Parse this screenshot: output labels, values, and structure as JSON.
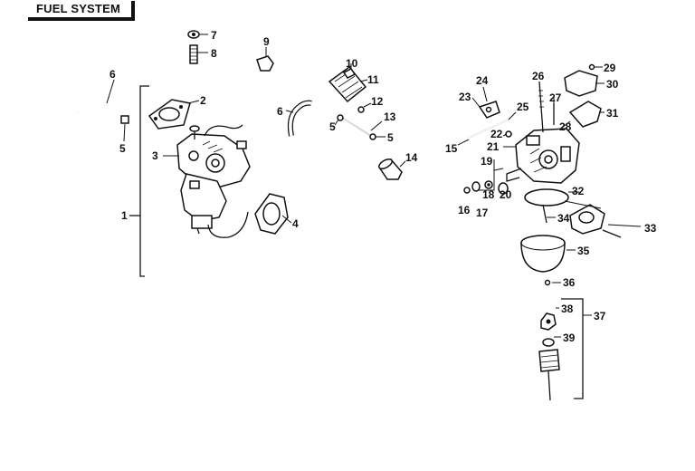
{
  "title": "FUEL SYSTEM",
  "callouts": [
    {
      "id": "1",
      "text": "1"
    },
    {
      "id": "2",
      "text": "2"
    },
    {
      "id": "3",
      "text": "3"
    },
    {
      "id": "4",
      "text": "4"
    },
    {
      "id": "5a",
      "text": "5"
    },
    {
      "id": "6a",
      "text": "6"
    },
    {
      "id": "7",
      "text": "7"
    },
    {
      "id": "8",
      "text": "8"
    },
    {
      "id": "9",
      "text": "9"
    },
    {
      "id": "6b",
      "text": "6"
    },
    {
      "id": "10",
      "text": "10"
    },
    {
      "id": "11",
      "text": "11"
    },
    {
      "id": "12",
      "text": "12"
    },
    {
      "id": "5b",
      "text": "5"
    },
    {
      "id": "13",
      "text": "13"
    },
    {
      "id": "5c",
      "text": "5"
    },
    {
      "id": "14",
      "text": "14"
    },
    {
      "id": "24",
      "text": "24"
    },
    {
      "id": "23",
      "text": "23"
    },
    {
      "id": "26",
      "text": "26"
    },
    {
      "id": "29",
      "text": "29"
    },
    {
      "id": "30",
      "text": "30"
    },
    {
      "id": "27",
      "text": "27"
    },
    {
      "id": "25",
      "text": "25"
    },
    {
      "id": "31",
      "text": "31"
    },
    {
      "id": "28",
      "text": "28"
    },
    {
      "id": "22",
      "text": "22"
    },
    {
      "id": "21",
      "text": "21"
    },
    {
      "id": "15",
      "text": "15"
    },
    {
      "id": "19",
      "text": "19"
    },
    {
      "id": "18",
      "text": "18"
    },
    {
      "id": "20",
      "text": "20"
    },
    {
      "id": "16",
      "text": "16"
    },
    {
      "id": "17",
      "text": "17"
    },
    {
      "id": "32",
      "text": "32"
    },
    {
      "id": "34",
      "text": "34"
    },
    {
      "id": "33",
      "text": "33"
    },
    {
      "id": "35",
      "text": "35"
    },
    {
      "id": "36",
      "text": "36"
    },
    {
      "id": "37",
      "text": "37"
    },
    {
      "id": "38",
      "text": "38"
    },
    {
      "id": "39",
      "text": "39"
    }
  ]
}
